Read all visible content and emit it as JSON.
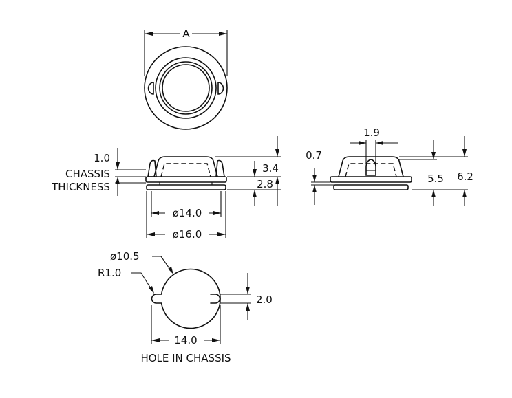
{
  "labels": {
    "dim_a": "A",
    "dim_1_0": "1.0",
    "chassis": "CHASSIS",
    "thickness": "THICKNESS",
    "dim_3_4": "3.4",
    "dim_2_8": "2.8",
    "dim_phi_14_0": "ø14.0",
    "dim_phi_16_0": "ø16.0",
    "dim_1_9": "1.9",
    "dim_0_7": "0.7",
    "dim_5_5": "5.5",
    "dim_6_2": "6.2",
    "dim_phi_10_5": "ø10.5",
    "dim_r1_0": "R1.0",
    "dim_2_0": "2.0",
    "dim_14_0": "14.0",
    "hole_in_chassis": "HOLE IN CHASSIS"
  },
  "colors": {
    "ink": "#111111",
    "background": "#ffffff"
  }
}
